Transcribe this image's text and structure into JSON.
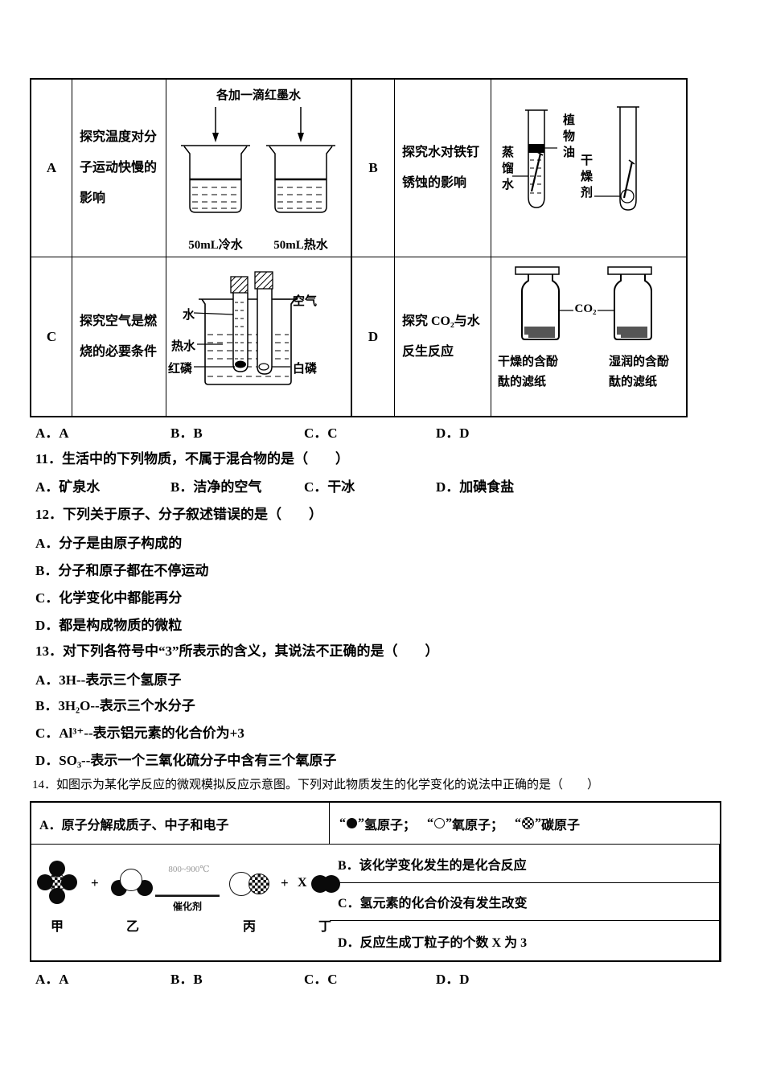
{
  "experiment_table": {
    "row1": {
      "label_a": "A",
      "desc_a": "探究温度对分子运动快慢的影响",
      "label_b": "B",
      "desc_b": "探究水对铁钉锈蚀的影响"
    },
    "row2": {
      "label_c": "C",
      "desc_c": "探究空气是燃烧的必要条件",
      "label_d": "D",
      "desc_d": "探究 CO₂与水反生反应"
    },
    "diagram_a": {
      "caption": "各加一滴红墨水",
      "cold": "50mL冷水",
      "hot": "50mL热水"
    },
    "diagram_b": {
      "distilled_water": "蒸馏水",
      "vegetable_oil": "植物油",
      "desiccant": "干燥剂"
    },
    "diagram_c": {
      "water": "水",
      "hot_water": "热水",
      "red_phosphorus": "红磷",
      "air": "空气",
      "white_phosphorus": "白磷"
    },
    "diagram_d": {
      "gas": "CO₂",
      "dry": "干燥的含酚酞的滤纸",
      "wet": "湿润的含酚酞的滤纸"
    }
  },
  "ans_top": {
    "a": "A．A",
    "b": "B．B",
    "c": "C．C",
    "d": "D．D"
  },
  "q11": {
    "stem": "11．生活中的下列物质，不属于混合物的是（　　）",
    "a": "A．矿泉水",
    "b": "B．洁净的空气",
    "c": "C．干冰",
    "d": "D．加碘食盐"
  },
  "q12": {
    "stem": "12．下列关于原子、分子叙述错误的是（　　）",
    "options": [
      "A．分子是由原子构成的",
      "B．分子和原子都在不停运动",
      "C．化学变化中都能再分",
      "D．都是构成物质的微粒"
    ]
  },
  "q13": {
    "stem": "13．对下列各符号中“3”所表示的含义，其说法不正确的是（　　）",
    "options": [
      "A．3H--表示三个氢原子",
      "B．3H₂O--表示三个水分子",
      "C．Al³⁺--表示铝元素的化合价为+3",
      "D．SO₃--表示一个三氧化硫分子中含有三个氧原子"
    ]
  },
  "q14": {
    "stem": "14．如图示为某化学反应的微观模拟反应示意图。下列对此物质发生的化学变化的说法中正确的是（　　）",
    "opt_a": "A．原子分解成质子、中子和电子",
    "opt_b": "B．该化学变化发生的是化合反应",
    "opt_c": "C．氢元素的化合价没有发生改变",
    "opt_d": "D．反应生成丁粒子的个数 X 为 3",
    "legend": {
      "qo": "“",
      "qc": "”",
      "hydrogen": "氢原子；",
      "oxygen": "氧原子；",
      "carbon": "碳原子"
    },
    "reaction": {
      "plus": "+",
      "temp": "800~900℃",
      "catalyst": "催化剂",
      "x": "X",
      "m1": "甲",
      "m2": "乙",
      "m3": "丙",
      "m4": "丁"
    }
  },
  "ans_bottom": {
    "a": "A．A",
    "b": "B．B",
    "c": "C．C",
    "d": "D．D"
  }
}
